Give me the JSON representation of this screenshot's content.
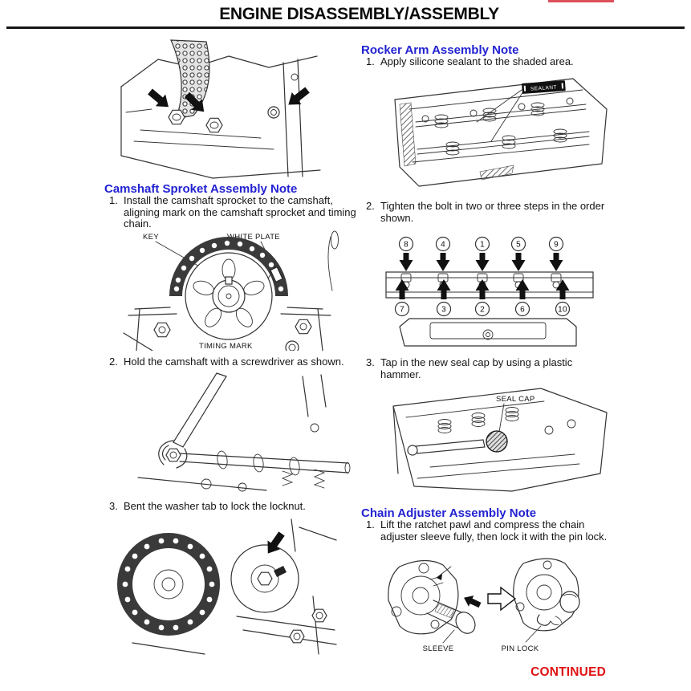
{
  "colors": {
    "heading_blue": "#2222d2",
    "continued_red": "#e01212",
    "topbar_red": "#dd4f5a"
  },
  "header": {
    "title": "ENGINE DISASSEMBLY/ASSEMBLY"
  },
  "left_column": {
    "camshaft_sprocket_note": {
      "heading": "Camshaft Sproket Assembly Note",
      "step1_num": "1.",
      "step1_text": "Install the camshaft sprocket to the camshaft,\naligning mark on the camshaft sprocket and timing\nchain.",
      "step2_num": "2.",
      "step2_text": "Hold the camshaft with a screwdriver as shown.",
      "step3_num": "3.",
      "step3_text": "Bent the washer tab to lock the locknut.",
      "figure_labels": {
        "key": "KEY",
        "white_plate": "WHITE PLATE",
        "timing_mark": "TIMING MARK"
      }
    }
  },
  "right_column": {
    "rocker_arm_note": {
      "heading": "Rocker Arm Assembly Note",
      "step1_num": "1.",
      "step1_text": "Apply silicone sealant to the shaded area.",
      "step2_num": "2.",
      "step2_text": "Tighten the bolt in two or three steps in the order\nshown.",
      "step3_num": "3.",
      "step3_text": "Tap in the new seal cap by using a plastic\nhammer.",
      "figure_labels": {
        "sealant": "SEALANT",
        "seal_cap": "SEAL CAP"
      },
      "tightening_order_top": [
        "8",
        "4",
        "1",
        "5",
        "9"
      ],
      "tightening_order_bottom": [
        "7",
        "3",
        "2",
        "6",
        "10"
      ]
    },
    "chain_adjuster_note": {
      "heading": "Chain Adjuster Assembly Note",
      "step1_num": "1.",
      "step1_text": "Lift the ratchet pawl and compress the chain\nadjuster sleeve fully, then lock it with the pin lock.",
      "figure_labels": {
        "sleeve": "SLEEVE",
        "pin_lock": "PIN LOCK"
      }
    }
  },
  "footer": {
    "continued": "CONTINUED"
  }
}
